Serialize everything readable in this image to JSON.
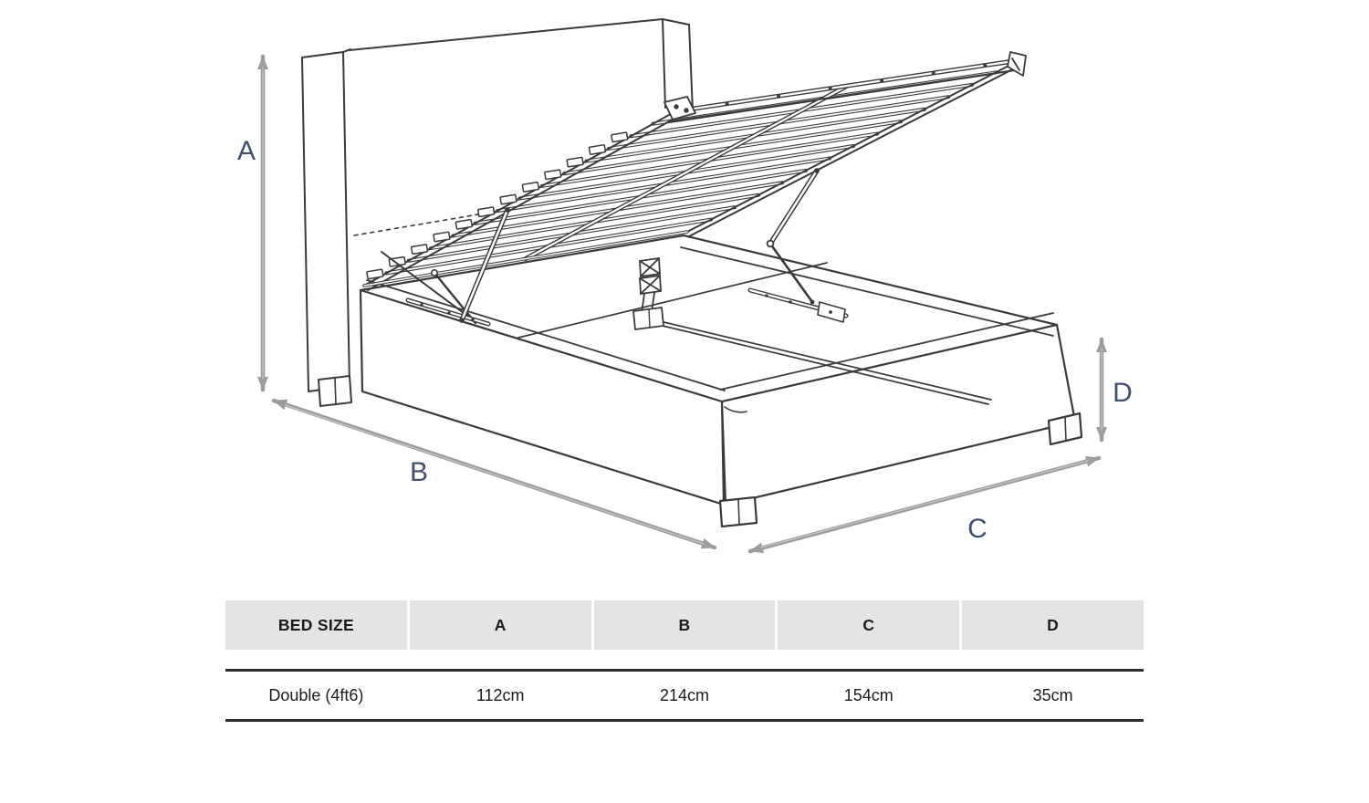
{
  "diagram": {
    "labels": {
      "a": "A",
      "b": "B",
      "c": "C",
      "d": "D"
    }
  },
  "colors": {
    "label": "#414f6a",
    "arrow": "#9c9c9c",
    "line": "#3a3a3a",
    "header_bg": "#e4e4e4",
    "rule": "#2b2b2b"
  },
  "table": {
    "headers": [
      "BED SIZE",
      "A",
      "B",
      "C",
      "D"
    ],
    "row": [
      "Double (4ft6)",
      "112cm",
      "214cm",
      "154cm",
      "35cm"
    ]
  }
}
